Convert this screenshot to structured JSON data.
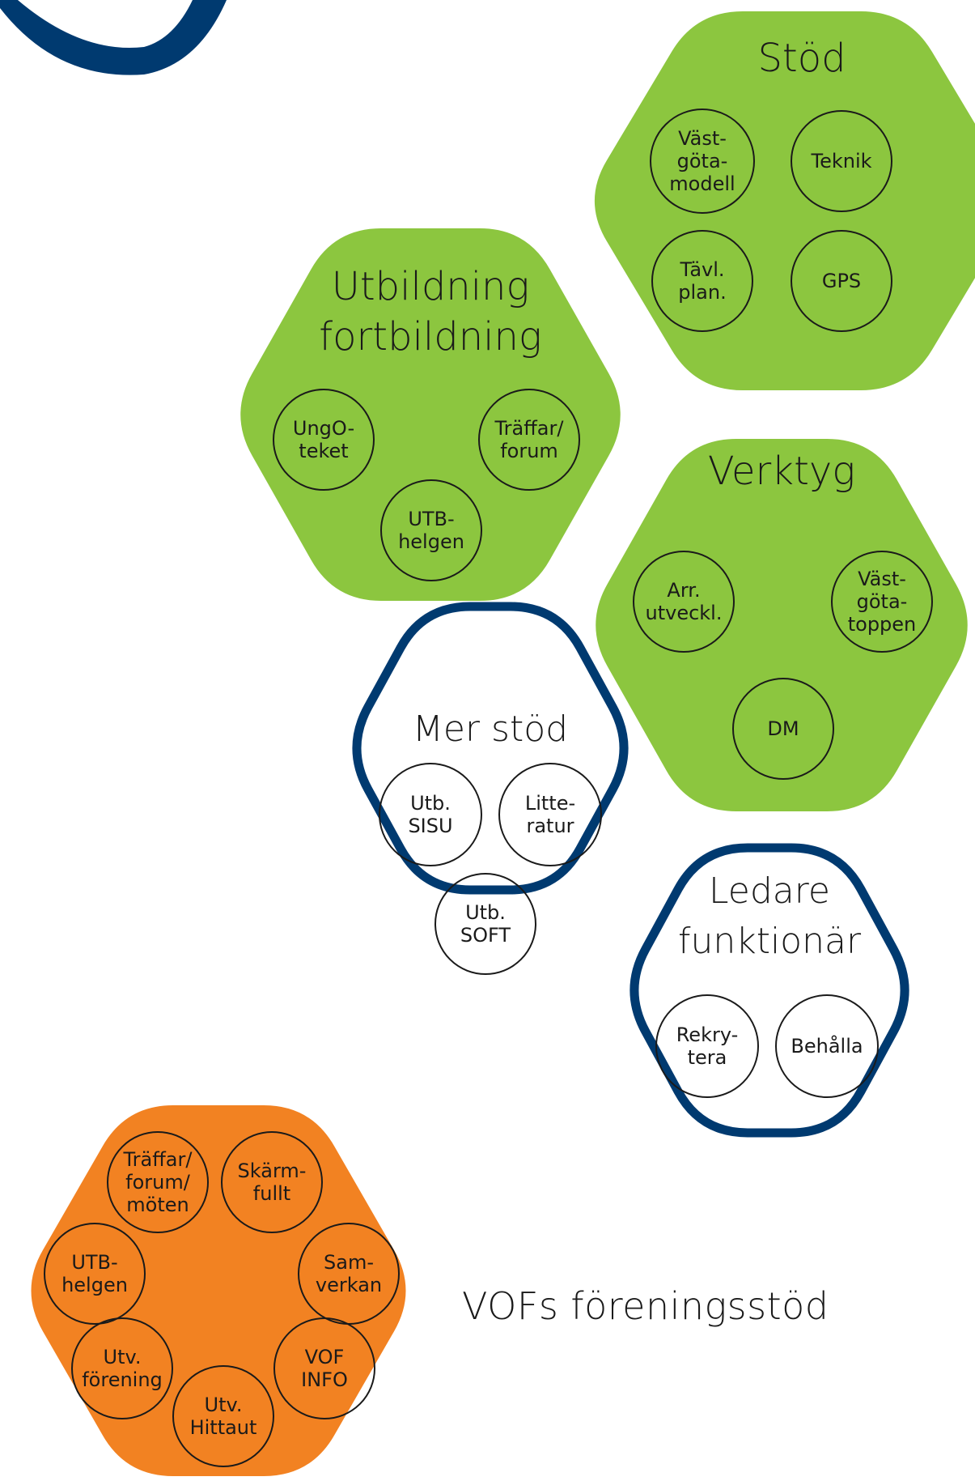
{
  "caption": "VOFs föreningsstöd",
  "colors": {
    "green": "#8cc63f",
    "orange": "#f28222",
    "navy": "#003a70",
    "stroke": "#1a1a1a"
  },
  "groups": [
    {
      "id": "stod",
      "title": [
        "Stöd"
      ],
      "nodes": [
        [
          "Väst-",
          "göta-",
          "modell"
        ],
        [
          "Teknik"
        ],
        [
          "Tävl.",
          "plan."
        ],
        [
          "GPS"
        ]
      ]
    },
    {
      "id": "utbildning",
      "title": [
        "Utbildning",
        "fortbildning"
      ],
      "nodes": [
        [
          "UngO-",
          "teket"
        ],
        [
          "Träffar/",
          "forum"
        ],
        [
          "UTB-",
          "helgen"
        ]
      ]
    },
    {
      "id": "verktyg",
      "title": [
        "Verktyg"
      ],
      "nodes": [
        [
          "Arr.",
          "utveckl."
        ],
        [
          "Väst-",
          "göta-",
          "toppen"
        ],
        [
          "DM"
        ]
      ]
    },
    {
      "id": "mer-stod",
      "title": [
        "Mer stöd"
      ],
      "nodes": [
        [
          "Utb.",
          "SISU"
        ],
        [
          "Litte-",
          "ratur"
        ],
        [
          "Utb.",
          "SOFT"
        ]
      ]
    },
    {
      "id": "ledare",
      "title": [
        "Ledare",
        "funktionär"
      ],
      "nodes": [
        [
          "Rekry-",
          "tera"
        ],
        [
          "Behålla"
        ]
      ]
    },
    {
      "id": "vof",
      "title": [],
      "nodes": [
        [
          "Träffar/",
          "forum/",
          "möten"
        ],
        [
          "Skärm-",
          "fullt"
        ],
        [
          "UTB-",
          "helgen"
        ],
        [
          "Sam-",
          "verkan"
        ],
        [
          "Utv.",
          "förening"
        ],
        [
          "VOF",
          "INFO"
        ],
        [
          "Utv.",
          "Hittaut"
        ]
      ]
    }
  ]
}
